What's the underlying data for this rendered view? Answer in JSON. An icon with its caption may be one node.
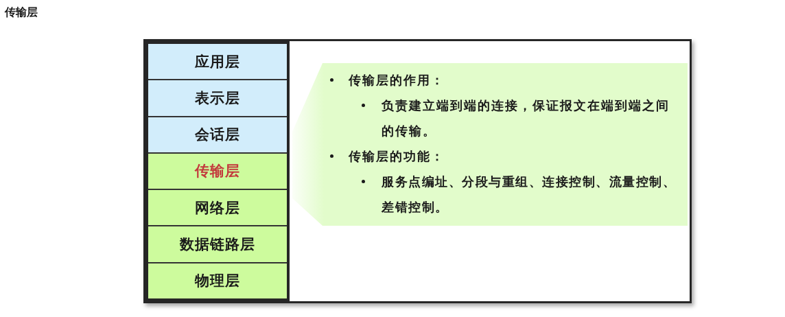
{
  "diagram": {
    "title": "传输层",
    "nodes": [
      {
        "text": [
          "应用层"
        ]
      },
      {
        "text": [
          "表示层"
        ]
      },
      {
        "text": [
          "会话层"
        ]
      },
      {
        "text": [
          "传输层"
        ]
      },
      {
        "text": [
          "网络层"
        ]
      },
      {
        "text": [
          "数据链路层"
        ]
      },
      {
        "text": [
          "物理层"
        ]
      },
      {
        "text": [
          "传输层的作用：",
          "负责建立端到端的连接，保证报文在端到端之间的传输。",
          "传输层的功能：",
          "服务点编址、分段与重组、连接控制、流量控制、差错控制。"
        ]
      }
    ]
  }
}
